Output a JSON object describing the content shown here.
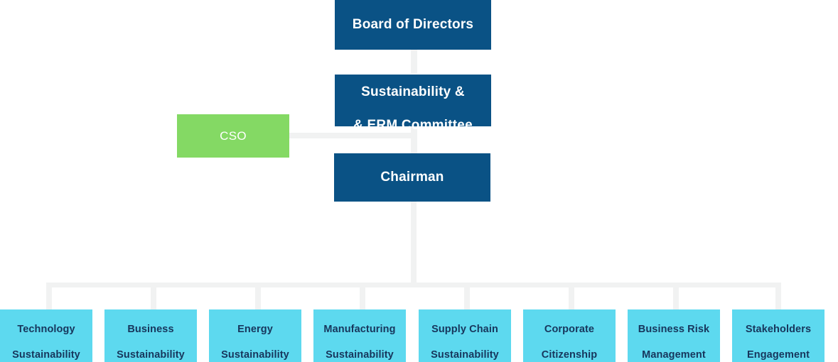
{
  "chart_data": {
    "type": "diagram",
    "title": "",
    "diagram_kind": "organizational-chart",
    "colors": {
      "navy": "#0a5285",
      "green": "#84d964",
      "cyan": "#5dd9ef",
      "connector": "#f1f2f2",
      "cyan_text": "#17365c",
      "background": "#ffffff"
    },
    "nodes": [
      {
        "id": "board",
        "label": "Board of Directors",
        "level": 0,
        "color": "navy"
      },
      {
        "id": "committee",
        "label": "Sustainability &\n& ERM Committee",
        "level": 1,
        "color": "navy"
      },
      {
        "id": "cso",
        "label": "CSO",
        "level": 2,
        "color": "green"
      },
      {
        "id": "chairman",
        "label": "Chairman",
        "level": 2,
        "color": "navy"
      },
      {
        "id": "tech",
        "label": "Technology\nSustainability",
        "level": 3,
        "color": "cyan"
      },
      {
        "id": "business",
        "label": "Business\nSustainability",
        "level": 3,
        "color": "cyan"
      },
      {
        "id": "energy",
        "label": "Energy\nSustainability",
        "level": 3,
        "color": "cyan"
      },
      {
        "id": "manufact",
        "label": "Manufacturing\nSustainability",
        "level": 3,
        "color": "cyan"
      },
      {
        "id": "supply",
        "label": "Supply Chain\nSustainability",
        "level": 3,
        "color": "cyan"
      },
      {
        "id": "corporate",
        "label": "Corporate\nCitizenship",
        "level": 3,
        "color": "cyan"
      },
      {
        "id": "risk",
        "label": "Business Risk\nManagement",
        "level": 3,
        "color": "cyan"
      },
      {
        "id": "stake",
        "label": "Stakeholders\nEngagement",
        "level": 3,
        "color": "cyan"
      }
    ],
    "edges": [
      {
        "from": "board",
        "to": "committee"
      },
      {
        "from": "committee",
        "to": "chairman"
      },
      {
        "from": "cso",
        "to": "chairman"
      },
      {
        "from": "chairman",
        "to": "tech"
      },
      {
        "from": "chairman",
        "to": "business"
      },
      {
        "from": "chairman",
        "to": "energy"
      },
      {
        "from": "chairman",
        "to": "manufact"
      },
      {
        "from": "chairman",
        "to": "supply"
      },
      {
        "from": "chairman",
        "to": "corporate"
      },
      {
        "from": "chairman",
        "to": "risk"
      },
      {
        "from": "chairman",
        "to": "stake"
      }
    ]
  },
  "nodes": {
    "board": {
      "label": "Board of Directors"
    },
    "committee": {
      "line1": "Sustainability &",
      "line2": "& ERM Committee"
    },
    "cso": {
      "label": "CSO"
    },
    "chairman": {
      "label": "Chairman"
    },
    "tech": {
      "line1": "Technology",
      "line2": "Sustainability"
    },
    "business": {
      "line1": "Business",
      "line2": "Sustainability"
    },
    "energy": {
      "line1": "Energy",
      "line2": "Sustainability"
    },
    "manufact": {
      "line1": "Manufacturing",
      "line2": "Sustainability"
    },
    "supply": {
      "line1": "Supply Chain",
      "line2": "Sustainability"
    },
    "corporate": {
      "line1": "Corporate",
      "line2": "Citizenship"
    },
    "risk": {
      "line1": "Business Risk",
      "line2": "Management"
    },
    "stake": {
      "line1": "Stakeholders",
      "line2": "Engagement"
    }
  }
}
